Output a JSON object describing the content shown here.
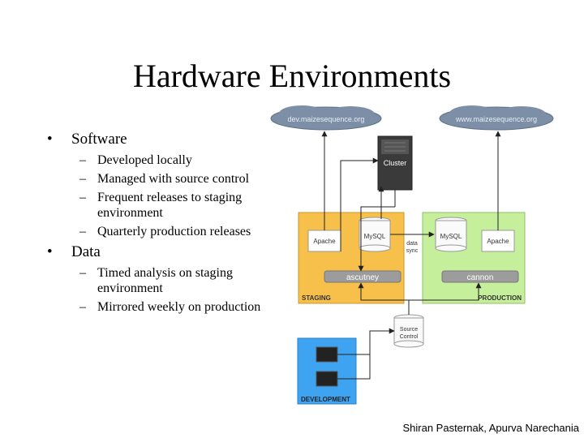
{
  "slide": {
    "title": "Hardware Environments",
    "footer": "Shiran Pasternak, Apurva Narechania"
  },
  "bullets": [
    {
      "text": "Software",
      "children": [
        "Developed locally",
        "Managed with source control",
        "Frequent releases to staging environment",
        "Quarterly production releases"
      ]
    },
    {
      "text": "Data",
      "children": [
        "Timed analysis on staging environment",
        "Mirrored weekly on production"
      ]
    }
  ],
  "diagram": {
    "clouds": {
      "dev": "dev.maizesequence.org",
      "www": "www.maizesequence.org"
    },
    "cluster": "Cluster",
    "staging": {
      "label": "STAGING",
      "server": "ascutney",
      "apache": "Apache",
      "mysql": "MySQL"
    },
    "production": {
      "label": "PRODUCTION",
      "server": "cannon",
      "apache": "Apache",
      "mysql": "MySQL"
    },
    "data_sync": [
      "data",
      "sync"
    ],
    "source_control": [
      "Source",
      "Control"
    ],
    "development": "DEVELOPMENT",
    "colors": {
      "staging": "#f6c04a",
      "production": "#c5ef9b",
      "development": "#3ea4f2",
      "cloud": "#7c8fa6",
      "cluster": "#3a3a3a"
    }
  }
}
